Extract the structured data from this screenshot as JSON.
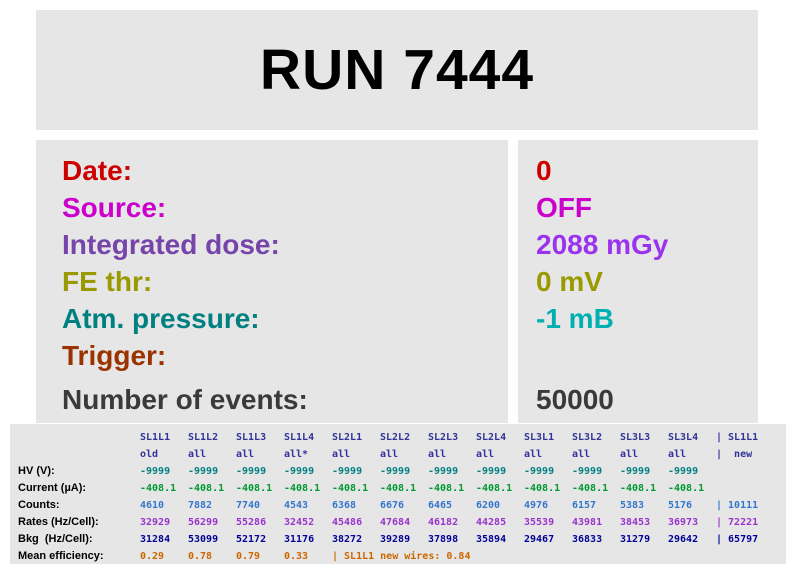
{
  "header": {
    "title": "RUN 7444"
  },
  "info": {
    "rows": [
      {
        "key": "date",
        "label": "Date:",
        "value": "0",
        "label_color": "#cc0000",
        "value_color": "#cc0000"
      },
      {
        "key": "source",
        "label": "Source:",
        "value": "OFF",
        "label_color": "#cc00cc",
        "value_color": "#cc00cc"
      },
      {
        "key": "integrated-dose",
        "label": "Integrated dose:",
        "value": "2088 mGy",
        "label_color": "#7744aa",
        "value_color": "#9933ee"
      },
      {
        "key": "fe-thr",
        "label": "FE thr:",
        "value": "0 mV",
        "label_color": "#999900",
        "value_color": "#999900"
      },
      {
        "key": "atm-pressure",
        "label": "Atm. pressure:",
        "value": "-1 mB",
        "label_color": "#008080",
        "value_color": "#00b0b0"
      },
      {
        "key": "trigger",
        "label": "Trigger:",
        "value": "",
        "label_color": "#993300",
        "value_color": "#993300"
      },
      {
        "key": "events",
        "label": "Number of events:",
        "value": "50000",
        "label_color": "#3a3a3a",
        "value_color": "#3a3a3a"
      }
    ]
  },
  "table": {
    "rows": [
      {
        "key": "headers",
        "label": "",
        "color": "#333399",
        "cells": [
          "SL1L1",
          "SL1L2",
          "SL1L3",
          "SL1L4",
          "SL2L1",
          "SL2L2",
          "SL2L3",
          "SL2L4",
          "SL3L1",
          "SL3L2",
          "SL3L3",
          "SL3L4"
        ],
        "extra": "| SL1L1"
      },
      {
        "key": "config",
        "label": "",
        "color": "#333399",
        "cells": [
          "old",
          "all",
          "all",
          "all*",
          "all",
          "all",
          "all",
          "all",
          "all",
          "all",
          "all",
          "all"
        ],
        "extra": "|  new"
      },
      {
        "key": "hv",
        "label": "HV (V):",
        "color": "#008080",
        "cells": [
          "-9999",
          "-9999",
          "-9999",
          "-9999",
          "-9999",
          "-9999",
          "-9999",
          "-9999",
          "-9999",
          "-9999",
          "-9999",
          "-9999"
        ],
        "extra": ""
      },
      {
        "key": "current",
        "label": "Current (µA):",
        "color": "#009933",
        "cells": [
          "-408.1",
          "-408.1",
          "-408.1",
          "-408.1",
          "-408.1",
          "-408.1",
          "-408.1",
          "-408.1",
          "-408.1",
          "-408.1",
          "-408.1",
          "-408.1"
        ],
        "extra": ""
      },
      {
        "key": "counts",
        "label": "Counts:",
        "color": "#3377cc",
        "cells": [
          "4610",
          "7882",
          "7740",
          "4543",
          "6368",
          "6676",
          "6465",
          "6200",
          "4976",
          "6157",
          "5383",
          "5176"
        ],
        "extra": "| 10111"
      },
      {
        "key": "rates",
        "label": "Rates (Hz/Cell):",
        "color": "#9933cc",
        "cells": [
          "32929",
          "56299",
          "55286",
          "32452",
          "45486",
          "47684",
          "46182",
          "44285",
          "35539",
          "43981",
          "38453",
          "36973"
        ],
        "extra": "| 72221"
      },
      {
        "key": "bkg",
        "label": "Bkg  (Hz/Cell):",
        "color": "#000099",
        "cells": [
          "31284",
          "53099",
          "52172",
          "31176",
          "38272",
          "39289",
          "37898",
          "35894",
          "29467",
          "36833",
          "31279",
          "29642"
        ],
        "extra": "| 65797"
      },
      {
        "key": "efficiency",
        "label": "Mean efficiency:",
        "color": "#cc6600",
        "cells": [
          "0.29",
          "0.78",
          "0.79",
          "0.33"
        ],
        "extra": "| SL1L1 new wires: 0.84"
      }
    ]
  }
}
